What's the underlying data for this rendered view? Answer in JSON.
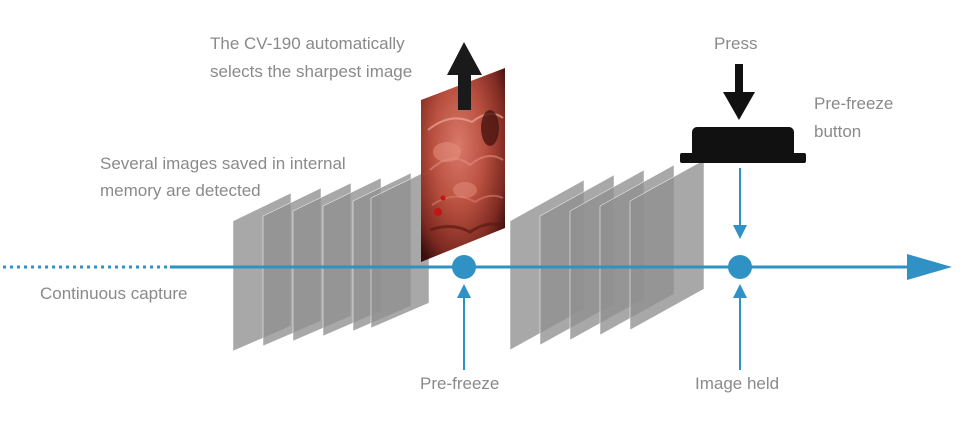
{
  "labels": {
    "auto_select_line1": "The CV-190 automatically",
    "auto_select_line2": "selects the sharpest image",
    "several_images_line1": "Several images saved in internal",
    "several_images_line2": "memory are detected",
    "continuous_capture": "Continuous capture",
    "press": "Press",
    "prefreeze_button_line1": "Pre-freeze",
    "prefreeze_button_line2": "button",
    "prefreeze": "Pre-freeze",
    "image_held": "Image held"
  },
  "colors": {
    "accent_blue": "#2f91c4",
    "label_gray": "#8a8a8a",
    "frame_gray": "#8c8c8c",
    "button_black": "#111111",
    "image_tissue": "#b04a3c"
  },
  "icons": {
    "select_arrow": "arrow-up-icon",
    "press_arrow": "arrow-down-icon",
    "button": "prefreeze-button-icon"
  }
}
